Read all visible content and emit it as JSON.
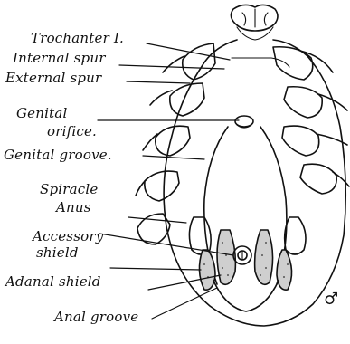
{
  "labels": {
    "trochanter": "Trochanter I.",
    "internal_spur": "Internal spur",
    "external_spur": "External spur",
    "genital": "Genital",
    "orifice": "orifice.",
    "genital_groove": "Genital groove.",
    "spiracle": "Spiracle",
    "anus": "Anus",
    "accessory": "Accessory",
    "shield": "shield",
    "adanal_shield": "Adanal shield",
    "anal_groove": "Anal groove",
    "sex_symbol": "♂"
  }
}
